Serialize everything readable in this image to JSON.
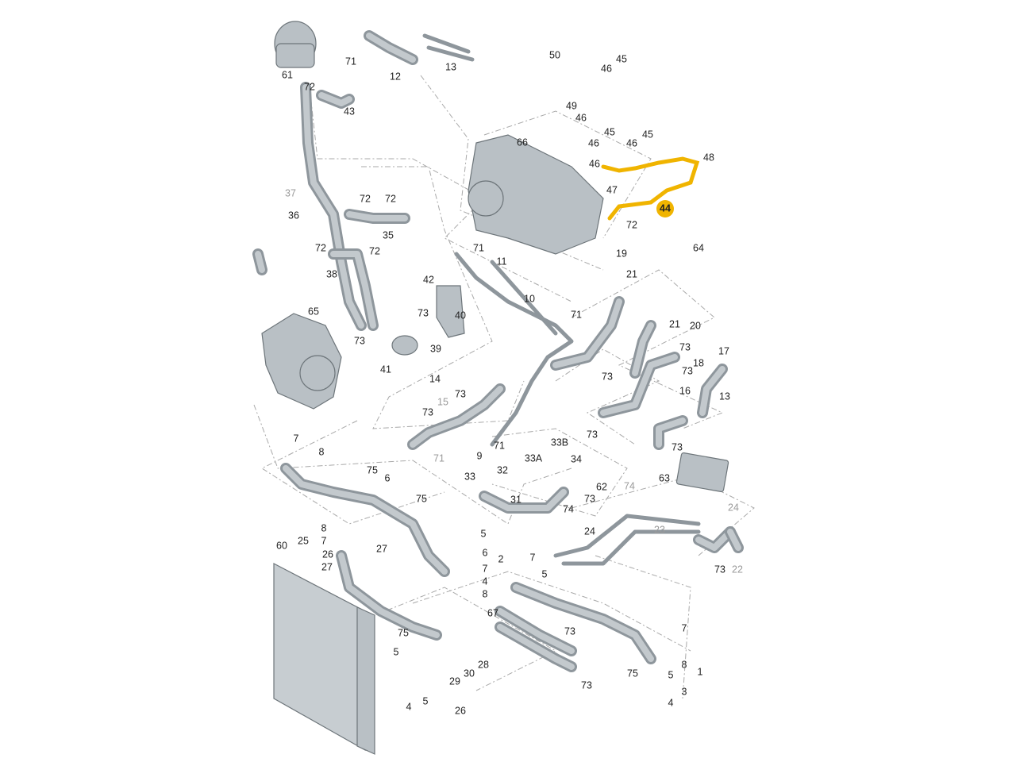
{
  "diagram": {
    "title": "Engine cooling system parts diagram",
    "highlight_color": "#f0b400",
    "highlighted_part": "44",
    "callouts": [
      "61",
      "71",
      "12",
      "13",
      "72",
      "43",
      "50",
      "46",
      "45",
      "49",
      "46",
      "46",
      "45",
      "66",
      "45",
      "46",
      "48",
      "46",
      "47",
      "44",
      "72",
      "37",
      "72",
      "72",
      "36",
      "35",
      "72",
      "72",
      "71",
      "11",
      "64",
      "19",
      "21",
      "38",
      "42",
      "10",
      "73",
      "40",
      "65",
      "71",
      "21",
      "20",
      "73",
      "39",
      "41",
      "73",
      "18",
      "17",
      "73",
      "73",
      "16",
      "14",
      "73",
      "15",
      "73",
      "13",
      "7",
      "8",
      "73",
      "71",
      "9",
      "33B",
      "71",
      "33A",
      "34",
      "73",
      "63",
      "75",
      "6",
      "32",
      "33",
      "62",
      "74",
      "75",
      "31",
      "73",
      "24",
      "74",
      "23",
      "8",
      "5",
      "25",
      "7",
      "24",
      "6",
      "27",
      "26",
      "27",
      "60",
      "2",
      "7",
      "7",
      "4",
      "8",
      "73",
      "22",
      "5",
      "67",
      "7",
      "75",
      "73",
      "8",
      "1",
      "5",
      "28",
      "30",
      "29",
      "75",
      "5",
      "73",
      "3",
      "4",
      "5",
      "4",
      "26"
    ]
  }
}
